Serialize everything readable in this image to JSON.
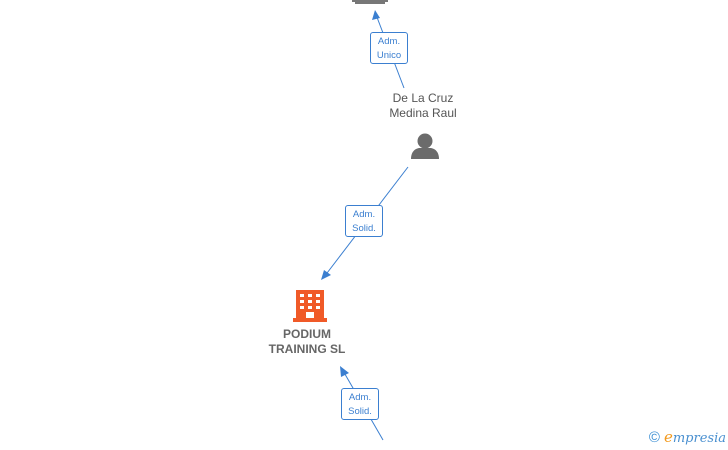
{
  "nodes": {
    "person": {
      "name": "De La Cruz\nMedina Raul",
      "icon": "person-icon"
    },
    "company": {
      "name": "PODIUM\nTRAINING  SL",
      "icon": "building-icon"
    },
    "top_company": {
      "icon": "building-icon"
    }
  },
  "edges": {
    "top": {
      "line1": "Adm.",
      "line2": "Unico"
    },
    "middle": {
      "line1": "Adm.",
      "line2": "Solid."
    },
    "bottom": {
      "line1": "Adm.",
      "line2": "Solid."
    }
  },
  "footer": {
    "copyright": "©",
    "brand_initial": "e",
    "brand_rest": "mpresia"
  },
  "colors": {
    "edge": "#3b7fd0",
    "person_icon": "#6b6b6b",
    "company_icon": "#f05a28",
    "top_building": "#777777"
  }
}
